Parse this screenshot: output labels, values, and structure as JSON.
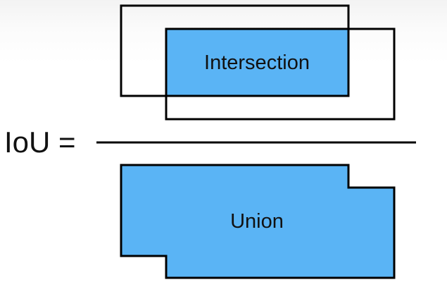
{
  "formula": {
    "lhs": "IoU ="
  },
  "numerator": {
    "label": "Intersection",
    "fill_color": "#5ab4f5"
  },
  "denominator": {
    "label": "Union",
    "fill_color": "#5ab4f5"
  },
  "stroke_color": "#000000"
}
